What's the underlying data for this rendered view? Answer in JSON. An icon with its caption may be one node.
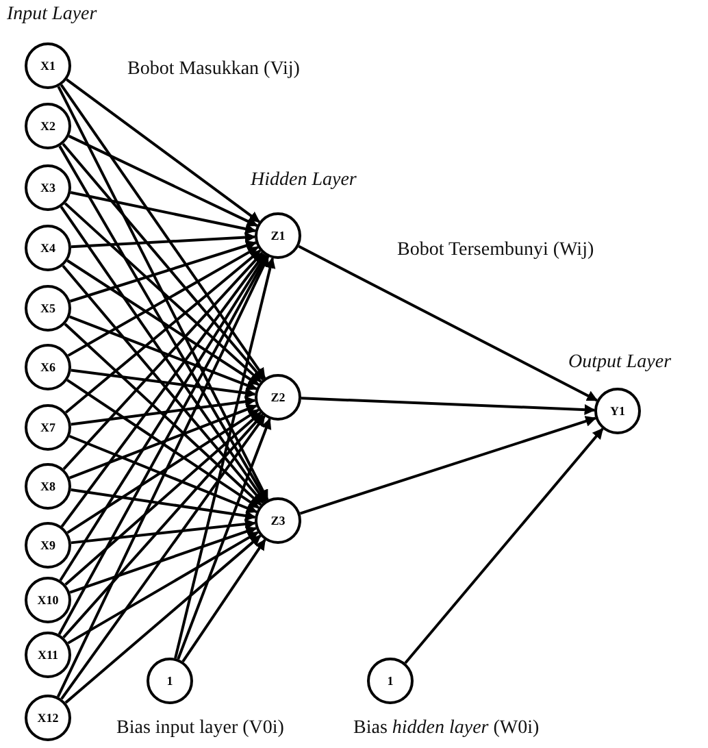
{
  "diagram": {
    "nodes": [
      {
        "text": [
          "X1"
        ]
      },
      {
        "text": [
          "X2"
        ]
      },
      {
        "text": [
          "X3"
        ]
      },
      {
        "text": [
          "X4"
        ]
      },
      {
        "text": [
          "X5"
        ]
      },
      {
        "text": [
          "X6"
        ]
      },
      {
        "text": [
          "X7"
        ]
      },
      {
        "text": [
          "X8"
        ]
      },
      {
        "text": [
          "X9"
        ]
      },
      {
        "text": [
          "X10"
        ]
      },
      {
        "text": [
          "X11"
        ]
      },
      {
        "text": [
          "X12"
        ]
      },
      {
        "text": [
          "Z1"
        ]
      },
      {
        "text": [
          "Z2"
        ]
      },
      {
        "text": [
          "Z3"
        ]
      },
      {
        "text": [
          "Y1"
        ]
      },
      {
        "text": [
          "1"
        ]
      },
      {
        "text": [
          "1"
        ]
      }
    ],
    "edges": [
      {
        "from": 0,
        "to": 12,
        "arrow": "to"
      },
      {
        "from": 0,
        "to": 13,
        "arrow": "to"
      },
      {
        "from": 0,
        "to": 14,
        "arrow": "to"
      },
      {
        "from": 1,
        "to": 12,
        "arrow": "to"
      },
      {
        "from": 1,
        "to": 13,
        "arrow": "to"
      },
      {
        "from": 1,
        "to": 14,
        "arrow": "to"
      },
      {
        "from": 2,
        "to": 12,
        "arrow": "to"
      },
      {
        "from": 2,
        "to": 13,
        "arrow": "to"
      },
      {
        "from": 2,
        "to": 14,
        "arrow": "to"
      },
      {
        "from": 3,
        "to": 12,
        "arrow": "to"
      },
      {
        "from": 3,
        "to": 13,
        "arrow": "to"
      },
      {
        "from": 3,
        "to": 14,
        "arrow": "to"
      },
      {
        "from": 4,
        "to": 12,
        "arrow": "to"
      },
      {
        "from": 4,
        "to": 13,
        "arrow": "to"
      },
      {
        "from": 4,
        "to": 14,
        "arrow": "to"
      },
      {
        "from": 5,
        "to": 12,
        "arrow": "to"
      },
      {
        "from": 5,
        "to": 13,
        "arrow": "to"
      },
      {
        "from": 5,
        "to": 14,
        "arrow": "to"
      },
      {
        "from": 6,
        "to": 12,
        "arrow": "to"
      },
      {
        "from": 6,
        "to": 13,
        "arrow": "to"
      },
      {
        "from": 6,
        "to": 14,
        "arrow": "to"
      },
      {
        "from": 7,
        "to": 12,
        "arrow": "to"
      },
      {
        "from": 7,
        "to": 13,
        "arrow": "to"
      },
      {
        "from": 7,
        "to": 14,
        "arrow": "to"
      },
      {
        "from": 8,
        "to": 12,
        "arrow": "to"
      },
      {
        "from": 8,
        "to": 13,
        "arrow": "to"
      },
      {
        "from": 8,
        "to": 14,
        "arrow": "to"
      },
      {
        "from": 9,
        "to": 12,
        "arrow": "to"
      },
      {
        "from": 9,
        "to": 13,
        "arrow": "to"
      },
      {
        "from": 9,
        "to": 14,
        "arrow": "to"
      },
      {
        "from": 10,
        "to": 12,
        "arrow": "to"
      },
      {
        "from": 10,
        "to": 13,
        "arrow": "to"
      },
      {
        "from": 10,
        "to": 14,
        "arrow": "to"
      },
      {
        "from": 11,
        "to": 12,
        "arrow": "to"
      },
      {
        "from": 11,
        "to": 13,
        "arrow": "to"
      },
      {
        "from": 11,
        "to": 14,
        "arrow": "to"
      },
      {
        "from": 16,
        "to": 12,
        "arrow": "to"
      },
      {
        "from": 16,
        "to": 13,
        "arrow": "to"
      },
      {
        "from": 16,
        "to": 14,
        "arrow": "to"
      },
      {
        "from": 12,
        "to": 15,
        "arrow": "to"
      },
      {
        "from": 13,
        "to": 15,
        "arrow": "to"
      },
      {
        "from": 14,
        "to": 15,
        "arrow": "to"
      },
      {
        "from": 17,
        "to": 15,
        "arrow": "to"
      }
    ],
    "labels": [
      "Input Layer",
      "Bobot Masukkan (Vij)",
      "Hidden Layer",
      "Bobot Tersembunyi (Wij)",
      "Output Layer",
      "Bias input layer (V0i)",
      "Bias *hidden layer* (W0i)"
    ]
  }
}
